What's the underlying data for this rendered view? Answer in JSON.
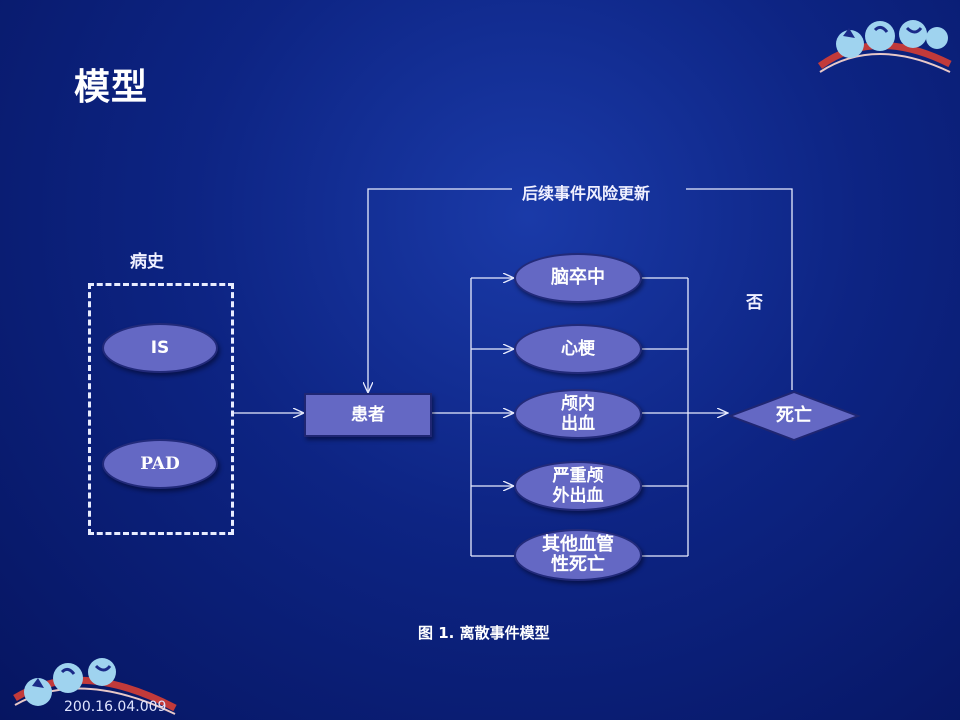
{
  "slide": {
    "title": "模型",
    "footer": "200.16.04.009",
    "caption": "图 1. 离散事件模型"
  },
  "diagram": {
    "history_label": "病史",
    "history_items": [
      "IS",
      "PAD"
    ],
    "patient": "患者",
    "events": [
      "脑卒中",
      "心梗",
      "颅内\n出血",
      "严重颅\n外出血",
      "其他血管\n性死亡"
    ],
    "death": "死亡",
    "loop_label": "后续事件风险更新",
    "no_label": "否"
  }
}
